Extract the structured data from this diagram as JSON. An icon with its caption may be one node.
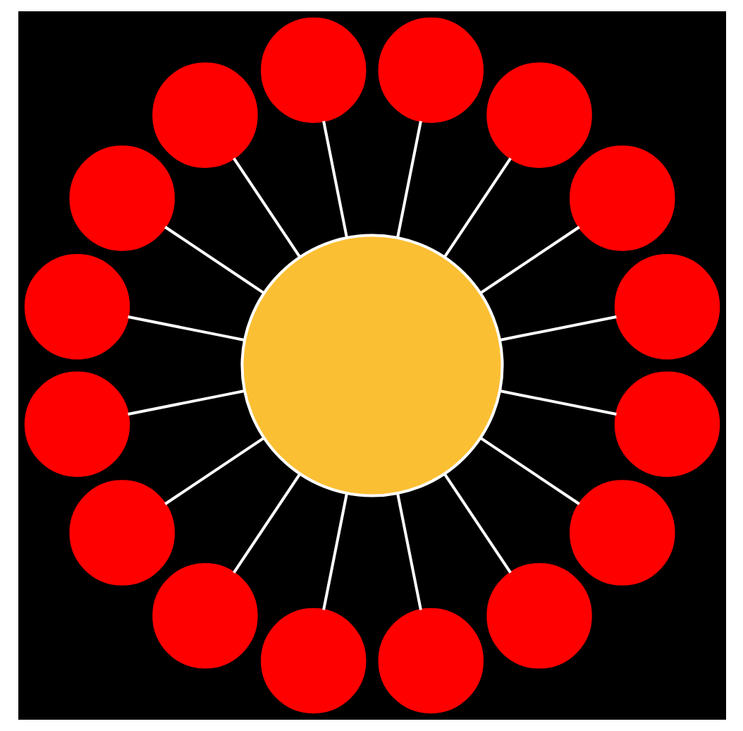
{
  "diagram": {
    "nodes": [
      {
        "text": [],
        "shape": "circle"
      },
      {
        "text": [],
        "shape": "circle"
      },
      {
        "text": [],
        "shape": "circle"
      },
      {
        "text": [],
        "shape": "circle"
      },
      {
        "text": [],
        "shape": "circle"
      },
      {
        "text": [],
        "shape": "circle"
      },
      {
        "text": [],
        "shape": "circle"
      },
      {
        "text": [],
        "shape": "circle"
      },
      {
        "text": [],
        "shape": "circle"
      },
      {
        "text": [],
        "shape": "circle"
      },
      {
        "text": [],
        "shape": "circle"
      },
      {
        "text": [],
        "shape": "circle"
      },
      {
        "text": [],
        "shape": "circle"
      },
      {
        "text": [],
        "shape": "circle"
      },
      {
        "text": [],
        "shape": "circle"
      },
      {
        "text": [],
        "shape": "circle"
      },
      {
        "text": [],
        "shape": "circle"
      }
    ],
    "edges": [
      {
        "from": 0,
        "to": 1,
        "arrow": "none"
      },
      {
        "from": 0,
        "to": 2,
        "arrow": "none"
      },
      {
        "from": 0,
        "to": 3,
        "arrow": "none"
      },
      {
        "from": 0,
        "to": 4,
        "arrow": "none"
      },
      {
        "from": 0,
        "to": 5,
        "arrow": "none"
      },
      {
        "from": 0,
        "to": 6,
        "arrow": "none"
      },
      {
        "from": 0,
        "to": 7,
        "arrow": "none"
      },
      {
        "from": 0,
        "to": 8,
        "arrow": "none"
      },
      {
        "from": 0,
        "to": 9,
        "arrow": "none"
      },
      {
        "from": 0,
        "to": 10,
        "arrow": "none"
      },
      {
        "from": 0,
        "to": 11,
        "arrow": "none"
      },
      {
        "from": 0,
        "to": 12,
        "arrow": "none"
      },
      {
        "from": 0,
        "to": 13,
        "arrow": "none"
      },
      {
        "from": 0,
        "to": 14,
        "arrow": "none"
      },
      {
        "from": 0,
        "to": 15,
        "arrow": "none"
      },
      {
        "from": 0,
        "to": 16,
        "arrow": "none"
      }
    ]
  }
}
